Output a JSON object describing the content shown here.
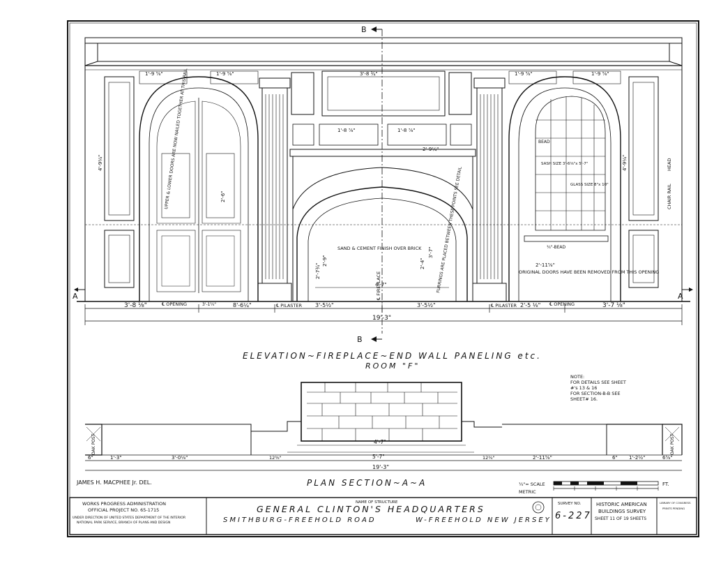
{
  "sheet": {
    "section_marker_top": "B",
    "section_marker_bottom": "B",
    "section_marker_left": "A",
    "section_marker_right": "A",
    "elevation_title": "ELEVATION~FIREPLACE~END WALL PANELING etc.",
    "room_label": "ROOM \"F\"",
    "plan_title": "PLAN SECTION~A~A",
    "scale_label": "¼\"= SCALE",
    "scale_metric": "METRIC",
    "scale_unit": "FT.",
    "delineator": "JAMES H. MACPHEE Jr. DEL.",
    "note_lines": [
      "NOTE:",
      "FOR DETAILS SEE SHEET",
      "#'s 13 & 16",
      "FOR SECTION-B-B SEE",
      "SHEET# 16."
    ]
  },
  "elevation_dims": {
    "left_total": "3'-8 ⅛\"",
    "left_opening": "℄ OPENING",
    "left_small": "3'-1¼\"",
    "center_left": "8'-6¼\"",
    "pilaster_left": "℄ PILASTER",
    "center_a": "3'-5½\"",
    "center_b": "3'-5½\"",
    "pilaster_right": "℄ PILASTER",
    "right_a": "2'-5 ⅛\"",
    "right_opening": "℄ OPENING",
    "right_total": "3'-7 ⅛\"",
    "overall": "19'-3\"",
    "fireplace_width": "4'-7\"",
    "top_left_panel": "1'-9 ⅝\"",
    "top_left_panel_b": "1'-9 ⅝\"",
    "top_center": "3'-8 ¾\"",
    "top_right_panel": "1'-9 ⅝\"",
    "top_right_panel_b": "1'-9 ⅝\"",
    "mid_panel_a": "1'-8 ⅞\"",
    "mid_panel_b": "1'-8 ⅞\"",
    "mantel_width": "2'-9¼\"",
    "arch_note": "SAND & CEMENT FINISH OVER BRICK",
    "fireplace_label": "℄ FIREPLACE",
    "left_door_note": "UPPER & LOWER DOORS ARE NOW NAILED TOGETHER AT THIS RAIL",
    "furring_note": "FURRINGS ARE PLACED BETWEEN THESE POINTS SEE DETAIL",
    "window_sash": "SASH SIZE 3'-6⅝\"x 5'-7\"",
    "window_glass": "GLASS SIZE 8\"x 10\"",
    "window_bead": "BEAD",
    "window_bead_b": "¾\"-BEAD",
    "right_doors_note": "ORIGINAL DOORS HAVE BEEN REMOVED FROM THIS OPENING",
    "chair_rail": "CHAIR RAIL",
    "head": "HEAD",
    "left_height": "4'-9¼\"",
    "right_height": "4'-9¼\"",
    "door_height": "2'-6\"",
    "arch_height": "2'-7¾\"",
    "arch_inner": "2'-9\"",
    "fireplace_height": "3'-7\"",
    "fire_inner": "2'-4\"",
    "right_width": "2'-11⅝\""
  },
  "plan_dims": {
    "overall": "19'-3\"",
    "left_a": "1'-3\"",
    "left_b": "3'-0⅛\"",
    "hearth": "5'-7\"",
    "fireplace": "4'-7\"",
    "right_b": "2'-11⅝\"",
    "right_a": "1'-2½\"",
    "post_left": "OAK POST",
    "post_right": "OAK POST",
    "small_a": "6\"",
    "small_b": "12⅜\"",
    "small_c": "12¾\"",
    "small_d": "6\"",
    "small_e": "6⅝\""
  },
  "title_block": {
    "wpa_line1": "WORKS PROGRESS ADMINISTRATION",
    "wpa_line2": "OFFICIAL PROJECT NO. 65-1715",
    "wpa_line3": "UNDER DIRECTION OF UNITED STATES DEPARTMENT OF THE INTERIOR",
    "wpa_line4": "NATIONAL PARK SERVICE, BRANCH OF PLANS AND DESIGN",
    "name_label": "NAME OF STRUCTURE",
    "structure_name": "GENERAL CLINTON'S HEADQUARTERS",
    "road": "SMITHBURG-FREEHOLD ROAD",
    "town": "W-FREEHOLD NEW JERSEY",
    "survey_label": "SURVEY NO.",
    "survey_no": "6-227",
    "habs_line1": "HISTORIC AMERICAN",
    "habs_line2": "BUILDINGS SURVEY",
    "sheet_line": "SHEET 11 OF 19 SHEETS",
    "loc_line1": "LIBRARY OF CONGRESS",
    "loc_line2": "PRINTS PENDING"
  }
}
